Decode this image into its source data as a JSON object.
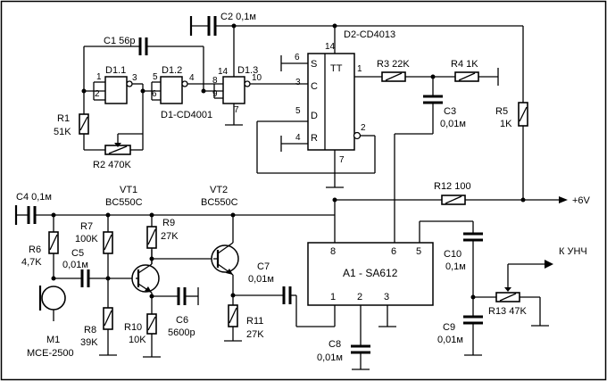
{
  "labels": {
    "c2": "C2 0,1м",
    "c1": "C1 56p",
    "d2": "D2-CD4013",
    "d1_1": "D1.1",
    "d1_2": "D1.2",
    "d1_3": "D1.3",
    "d1": "D1-CD4001",
    "r1": "R1",
    "r1_val": "51K",
    "r2": "R2 470K",
    "r3": "R3 22K",
    "r4": "R4 1K",
    "r5": "R5",
    "r5_val": "1K",
    "c3": "C3",
    "c3_val": "0,01м",
    "r12": "R12 100",
    "supply": "+6V",
    "c4": "C4 0,1м",
    "vt1": "VT1",
    "vt1_type": "BC550C",
    "vt2": "VT2",
    "vt2_type": "BC550C",
    "r7": "R7",
    "r7_val": "100K",
    "r9": "R9",
    "r9_val": "27K",
    "r6": "R6",
    "r6_val": "4,7K",
    "c5": "C5",
    "c5_val": "0,01м",
    "r8": "R8",
    "r8_val": "39K",
    "r10": "R10",
    "r10_val": "10K",
    "c6": "C6",
    "c6_val": "5600p",
    "c7": "C7",
    "c7_val": "0,01м",
    "r11": "R11",
    "r11_val": "27K",
    "m1": "M1",
    "m1_type": "MCE-2500",
    "a1": "A1 - SA612",
    "c8": "C8",
    "c8_val": "0,01м",
    "c10": "C10",
    "c10_val": "0,1м",
    "c9": "C9",
    "c9_val": "0,01м",
    "r13": "R13 47K",
    "output": "К УНЧ",
    "tt": "TT"
  },
  "pins": {
    "p1": "1",
    "p2": "2",
    "p3": "3",
    "p4": "4",
    "p5": "5",
    "p6": "6",
    "p7": "7",
    "p8": "8",
    "p9": "9",
    "p10": "10",
    "p14": "14"
  }
}
